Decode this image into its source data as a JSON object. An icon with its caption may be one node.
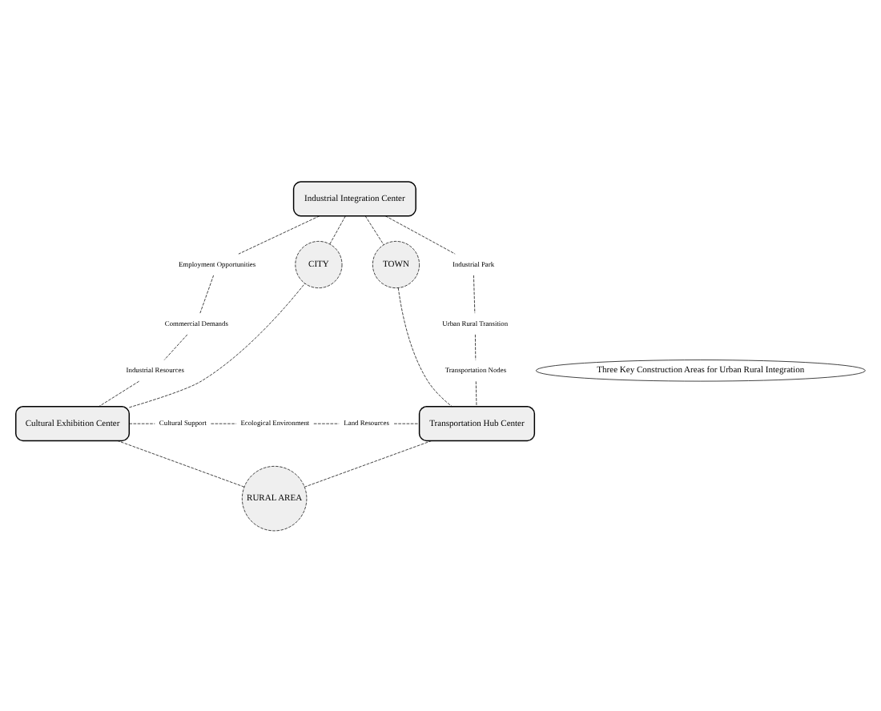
{
  "diagram": {
    "nodes": [
      {
        "text": [
          "Industrial Integration Center"
        ]
      },
      {
        "text": [
          "CITY"
        ]
      },
      {
        "text": [
          "TOWN"
        ]
      },
      {
        "text": [
          "Employment Opportunities"
        ]
      },
      {
        "text": [
          "Industrial Park"
        ]
      },
      {
        "text": [
          "Commercial Demands"
        ]
      },
      {
        "text": [
          "Urban Rural Transition"
        ]
      },
      {
        "text": [
          "Industrial Resources"
        ]
      },
      {
        "text": [
          "Three Key Construction Areas for Urban Rural Integration"
        ]
      },
      {
        "text": [
          "Transportation Nodes"
        ]
      },
      {
        "text": [
          "Cultural Exhibition Center"
        ]
      },
      {
        "text": [
          "Cultural Support"
        ]
      },
      {
        "text": [
          "Ecological Environment"
        ]
      },
      {
        "text": [
          "Land Resources"
        ]
      },
      {
        "text": [
          "Transportation Hub Center"
        ]
      },
      {
        "text": [
          "RURAL AREA"
        ]
      }
    ],
    "edges": [
      {
        "from": 0,
        "to": 2,
        "arrow": "none",
        "style": "dashed"
      },
      {
        "from": 2,
        "to": 14,
        "arrow": "none",
        "style": "dashed"
      },
      {
        "from": 14,
        "to": 15,
        "arrow": "none",
        "style": "dashed"
      },
      {
        "from": 15,
        "to": 10,
        "arrow": "none",
        "style": "dashed"
      },
      {
        "from": 10,
        "to": 1,
        "arrow": "none",
        "style": "dashed"
      },
      {
        "from": 1,
        "to": 0,
        "arrow": "none",
        "style": "dashed"
      },
      {
        "from": 0,
        "to": 3,
        "arrow": "none",
        "style": "dashed"
      },
      {
        "from": 3,
        "to": 5,
        "arrow": "none",
        "style": "dashed"
      },
      {
        "from": 5,
        "to": 7,
        "arrow": "none",
        "style": "dashed"
      },
      {
        "from": 7,
        "to": 10,
        "arrow": "none",
        "style": "dashed"
      },
      {
        "from": 0,
        "to": 4,
        "arrow": "none",
        "style": "dashed"
      },
      {
        "from": 4,
        "to": 6,
        "arrow": "none",
        "style": "dashed"
      },
      {
        "from": 6,
        "to": 9,
        "arrow": "none",
        "style": "dashed"
      },
      {
        "from": 9,
        "to": 14,
        "arrow": "none",
        "style": "dashed"
      },
      {
        "from": 10,
        "to": 11,
        "arrow": "none",
        "style": "dashed"
      },
      {
        "from": 11,
        "to": 12,
        "arrow": "none",
        "style": "dashed"
      },
      {
        "from": 12,
        "to": 13,
        "arrow": "none",
        "style": "dashed"
      },
      {
        "from": 13,
        "to": 14,
        "arrow": "none",
        "style": "dashed"
      }
    ]
  }
}
